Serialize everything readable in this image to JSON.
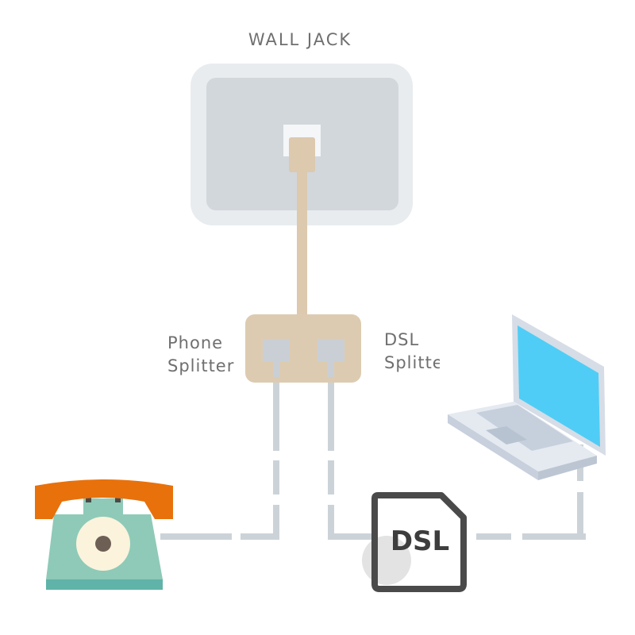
{
  "wall_jack": {
    "title": "WALL JACK"
  },
  "splitter": {
    "phone_label_line1": "Phone",
    "phone_label_line2": "Splitter",
    "dsl_label_line1": "DSL",
    "dsl_label_line2": "Splitter"
  },
  "modem": {
    "label": "DSL"
  },
  "colors": {
    "jack_outer": "#e8ecef",
    "jack_inner": "#d2d7dc",
    "cable_tan": "#dcc9ae",
    "splitter_box": "#ddcbb1",
    "port_gray": "#c9cfd5",
    "line_gray": "#ccd3d8",
    "phone_handset": "#e8710c",
    "phone_body": "#8ecab7",
    "phone_base": "#5fb3a8",
    "dial_cream": "#fbf3dc",
    "laptop_screen": "#4fcdf6",
    "laptop_body": "#e5eaf1",
    "modem_border": "#4a4a4a"
  },
  "icons": [
    "wall-jack-icon",
    "rj11-plug-icon",
    "splitter-icon",
    "telephone-icon",
    "modem-icon",
    "laptop-icon"
  ]
}
